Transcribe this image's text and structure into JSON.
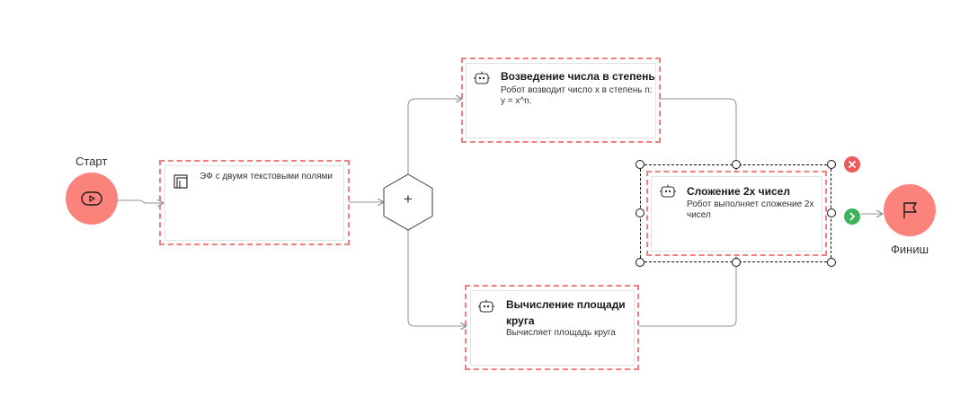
{
  "start": {
    "label": "Старт",
    "icon": "play-icon"
  },
  "finish": {
    "label": "Финиш",
    "icon": "flag-icon"
  },
  "gateway": {
    "symbol": "+"
  },
  "nodes": {
    "form": {
      "title": "ЭФ с двумя текстовыми полями",
      "icon": "form-icon"
    },
    "power": {
      "title": "Возведение числа в степень",
      "desc_line1": "Робот возводит число x в степень n:",
      "desc_line2": "y = x^n.",
      "icon": "robot-icon"
    },
    "sum": {
      "title": "Сложение 2х чисел",
      "desc_line1": "Робот выполняет сложение 2х",
      "desc_line2": "чисел",
      "icon": "robot-icon"
    },
    "circle_area": {
      "title_line1": "Вычисление площади",
      "title_line2": "круга",
      "desc": "Вычисляет площадь круга",
      "icon": "robot-icon"
    }
  },
  "colors": {
    "node_accent": "#fb837c",
    "dashed_outline": "#f07f7f",
    "delete_button": "#f0595a",
    "next_button": "#3db35a",
    "edge": "#8c929c"
  }
}
